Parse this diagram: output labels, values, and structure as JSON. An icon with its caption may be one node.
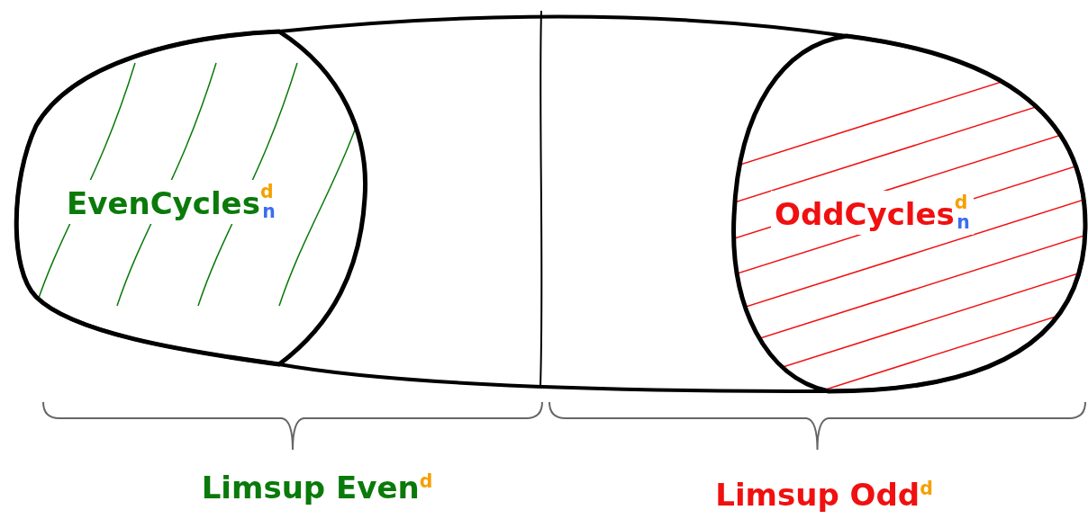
{
  "diagram": {
    "nodes": [
      {
        "text": [],
        "shape": "ellipse"
      },
      {
        "text": [
          "EvenCycles$^{d}$$_{n}$"
        ],
        "in": 0
      },
      {
        "text": [
          "OddCycles$^{d}$$_{n}$"
        ],
        "in": 0
      }
    ],
    "labels": [
      "Limsup Even$^{d}$",
      "Limsup Odd$^{d}$"
    ]
  }
}
